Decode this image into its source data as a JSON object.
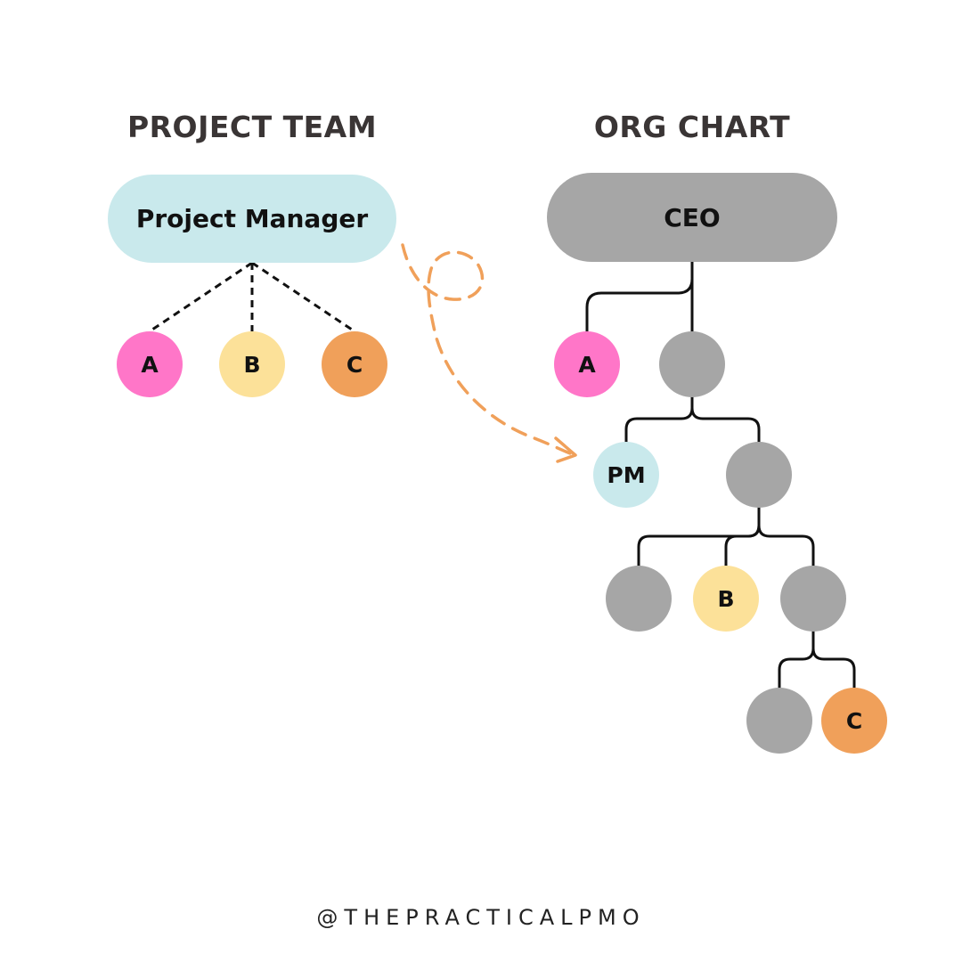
{
  "project_team": {
    "heading": "PROJECT TEAM",
    "manager_label": "Project Manager",
    "members": [
      {
        "label": "A",
        "color": "#ff76c8"
      },
      {
        "label": "B",
        "color": "#fce199"
      },
      {
        "label": "C",
        "color": "#f0a05a"
      }
    ]
  },
  "org_chart": {
    "heading": "ORG CHART",
    "ceo_label": "CEO",
    "labeled_nodes": {
      "a": {
        "label": "A",
        "color": "#ff76c8"
      },
      "pm": {
        "label": "PM",
        "color": "#c9e9ec"
      },
      "b": {
        "label": "B",
        "color": "#fce199"
      },
      "c": {
        "label": "C",
        "color": "#f0a05a"
      }
    },
    "unlabeled_color": "#a6a6a6"
  },
  "colors": {
    "manager_fill": "#c9e9ec",
    "ceo_fill": "#a6a6a6",
    "arrow": "#f0a05a",
    "heading_text": "#3a3535"
  },
  "footer": {
    "handle": "@THEPRACTICALPMO"
  }
}
